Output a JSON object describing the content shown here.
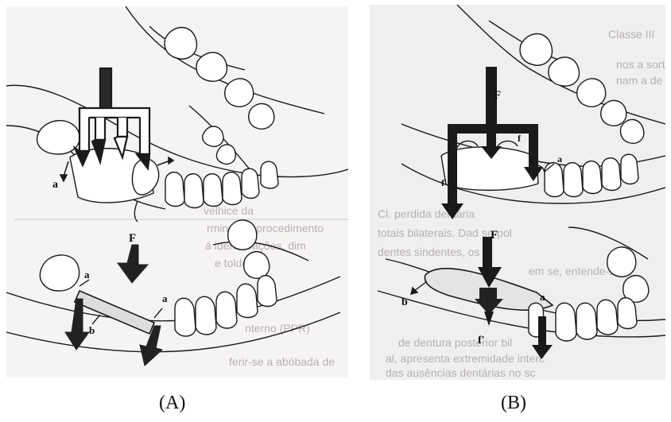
{
  "captions": {
    "a": "(A)",
    "b": "(B)"
  },
  "panel_a": {
    "upper_labels": {
      "a": "a"
    },
    "lower_labels": {
      "F": "F",
      "a_left": "a",
      "a_right": "a",
      "b": "b"
    },
    "background_text": [
      "velhice da",
      "rmina, ao procedimento",
      "á identificações, dim",
      "e toldo da",
      "nterno (PPR)",
      "ferir-se a abóbada de"
    ]
  },
  "panel_b": {
    "upper_labels": {
      "F": "F",
      "f": "f",
      "f_prime": "f'",
      "a": "a"
    },
    "lower_labels": {
      "F": "F",
      "b": "b",
      "a": "a",
      "f_prime": "f'"
    },
    "background_text": [
      "Classe III",
      "nos a sorte",
      "nam a de",
      "Cl. perdida dentária",
      "totais bilaterais. Dad se-pol",
      "dentes sindentes, os",
      "em se, entende-se",
      "de dentura posterior bil",
      "al, apresenta extremidade interc",
      "das ausências dentárias no sc"
    ]
  },
  "colors": {
    "ink": "#1a1a1a",
    "paper": "#f6f4f2",
    "arrow": "#222222",
    "print_bleed": "#b8b0b8"
  }
}
